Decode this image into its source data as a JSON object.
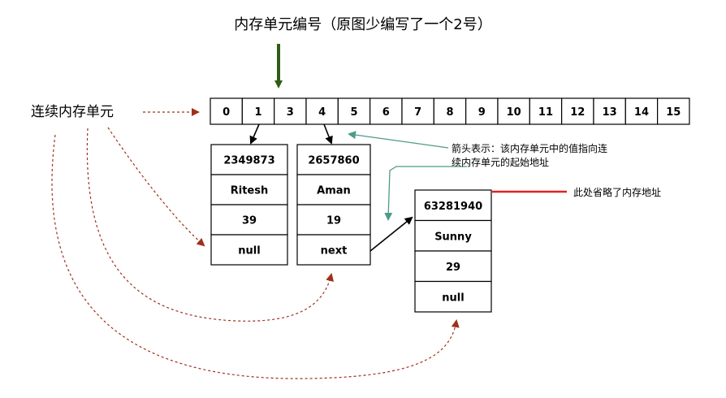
{
  "title": "内存单元编号（原图少编写了一个2号）",
  "left_label": "连续内存单元",
  "memory_cells": [
    "0",
    "1",
    "3",
    "4",
    "5",
    "6",
    "7",
    "8",
    "9",
    "10",
    "11",
    "12",
    "13",
    "14",
    "15"
  ],
  "nodes": [
    {
      "fields": [
        "2349873",
        "Ritesh",
        "39",
        "null"
      ]
    },
    {
      "fields": [
        "2657860",
        "Aman",
        "19",
        "next"
      ]
    },
    {
      "fields": [
        "63281940",
        "Sunny",
        "29",
        "null"
      ]
    }
  ],
  "annotation_arrow": {
    "line1": "箭头表示：该内存单元中的值指向连",
    "line2": "续内存单元的起始地址"
  },
  "annotation_omit": "此处省略了内存地址",
  "colors": {
    "title_arrow": "#2f5d17",
    "dashed_arrow": "#a0301c",
    "teal_arrow": "#4e9a8a",
    "red_line": "#e02020"
  }
}
